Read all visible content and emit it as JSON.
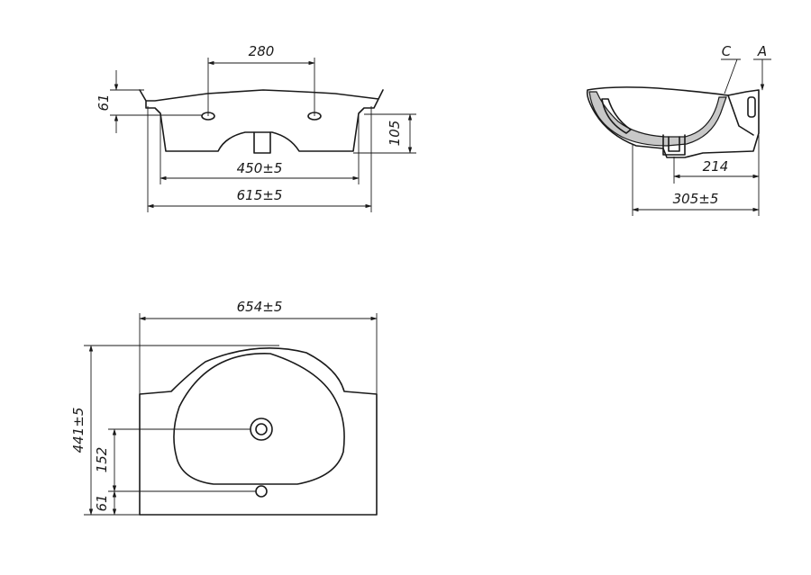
{
  "front_view": {
    "hole_spacing": "280",
    "rim_height": "61",
    "bowl_depth": "105",
    "inner_width": "450±5",
    "outer_width": "615±5"
  },
  "side_view": {
    "label_c": "C",
    "label_a": "A",
    "depth_inner": "214",
    "depth_outer": "305±5"
  },
  "top_view": {
    "overall_width": "654±5",
    "overall_depth": "441±5",
    "drain_offset": "152",
    "tap_offset": "61"
  }
}
